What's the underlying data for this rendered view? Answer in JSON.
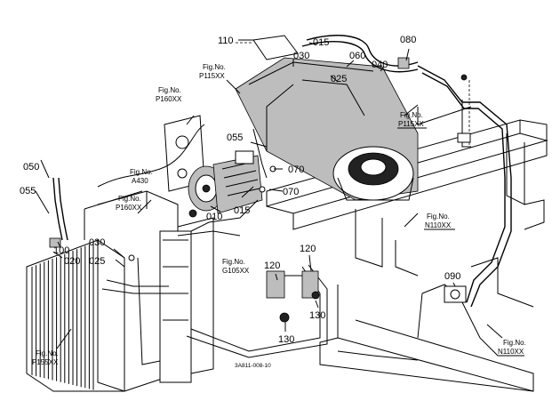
{
  "drawing_number": "3A811-008-10",
  "callouts": [
    {
      "id": "c110",
      "text": "110"
    },
    {
      "id": "c015a",
      "text": "015"
    },
    {
      "id": "c080",
      "text": "080"
    },
    {
      "id": "c030a",
      "text": "030"
    },
    {
      "id": "c060",
      "text": "060"
    },
    {
      "id": "c040",
      "text": "040"
    },
    {
      "id": "c025a",
      "text": "025"
    },
    {
      "id": "c055a",
      "text": "055"
    },
    {
      "id": "c070a",
      "text": "070"
    },
    {
      "id": "c070b",
      "text": "070"
    },
    {
      "id": "c010",
      "text": "010"
    },
    {
      "id": "c015b",
      "text": "015"
    },
    {
      "id": "c050",
      "text": "050"
    },
    {
      "id": "c055b",
      "text": "055"
    },
    {
      "id": "c100",
      "text": "100"
    },
    {
      "id": "c020",
      "text": "020"
    },
    {
      "id": "c030b",
      "text": "030"
    },
    {
      "id": "c025b",
      "text": "025"
    },
    {
      "id": "c120a",
      "text": "120"
    },
    {
      "id": "c120b",
      "text": "120"
    },
    {
      "id": "c130a",
      "text": "130"
    },
    {
      "id": "c130b",
      "text": "130"
    },
    {
      "id": "c090",
      "text": "090"
    }
  ],
  "fig_refs": [
    {
      "id": "p115_top",
      "line1": "Fig.No.",
      "line2": "P115XX"
    },
    {
      "id": "p160_top",
      "line1": "Fig.No.",
      "line2": "P160XX"
    },
    {
      "id": "p115_right",
      "line1": "Fig.No.",
      "line2": "P115XX"
    },
    {
      "id": "a430",
      "line1": "Fig.No.",
      "line2": "A430"
    },
    {
      "id": "p160_mid",
      "line1": "Fig.No.",
      "line2": "P160XX"
    },
    {
      "id": "n110_mid",
      "line1": "Fig.No.",
      "line2": "N110XX"
    },
    {
      "id": "g105",
      "line1": "Fig.No.",
      "line2": "G105XX"
    },
    {
      "id": "p155",
      "line1": "Fig.No.",
      "line2": "P155XX"
    },
    {
      "id": "n110_bot",
      "line1": "Fig.No.",
      "line2": "N110XX"
    }
  ]
}
